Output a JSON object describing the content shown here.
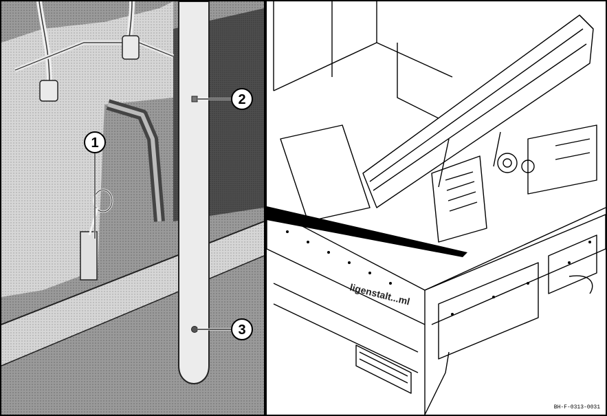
{
  "figure": {
    "left_panel": {
      "callouts": [
        {
          "id": "1",
          "label": "1"
        },
        {
          "id": "2",
          "label": "2"
        },
        {
          "id": "3",
          "label": "3"
        }
      ]
    },
    "right_panel": {
      "overlay_text": "ligenstalt...ml"
    },
    "image_code": "BH-F-0313-0031"
  },
  "colors": {
    "ink": "#000000",
    "paper": "#ffffff",
    "halftone_dark": "#5a5a5a",
    "halftone_mid": "#8c8c8c",
    "halftone_light": "#c8c8c8"
  }
}
